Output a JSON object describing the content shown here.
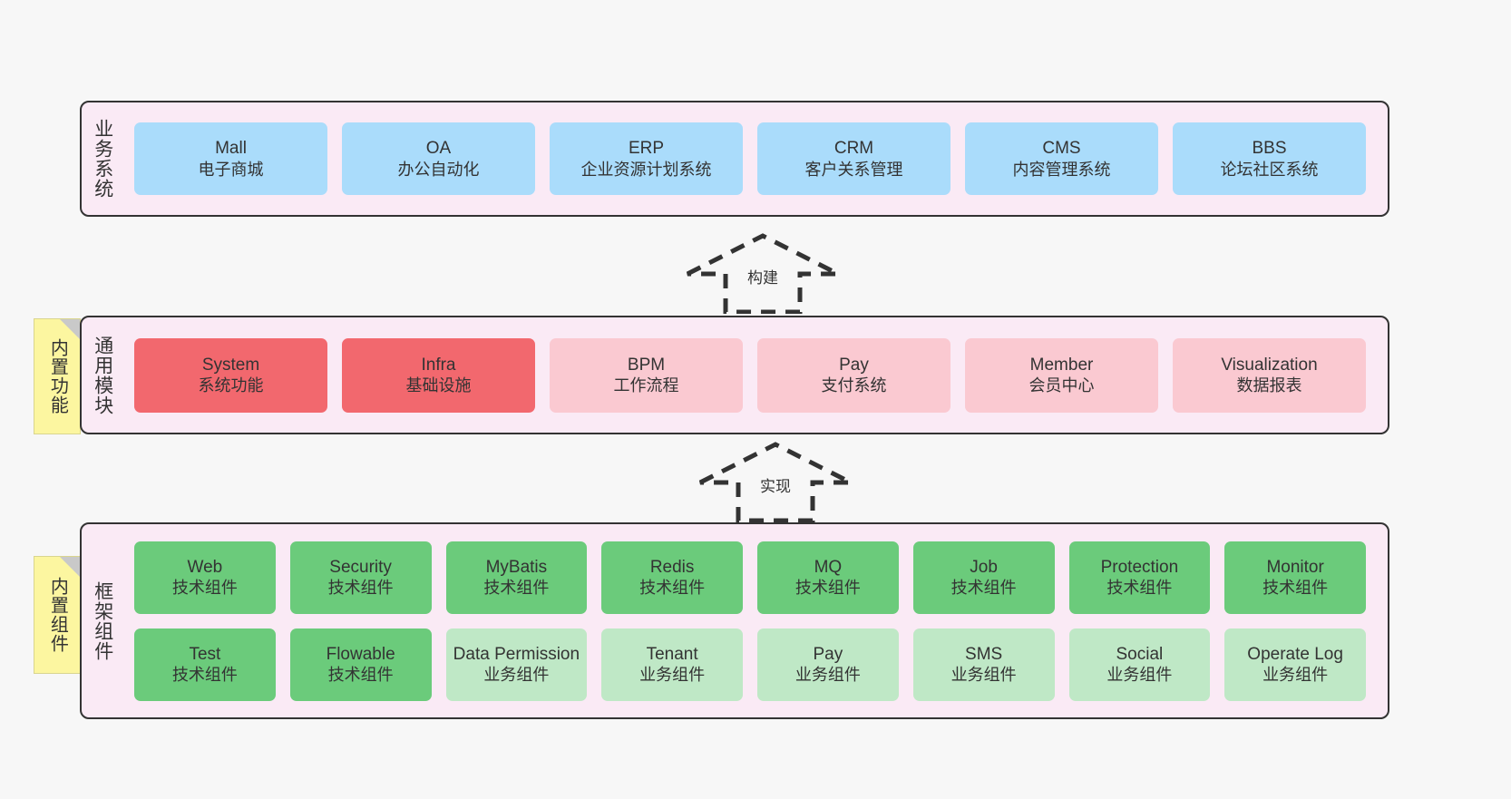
{
  "diagram": {
    "background": "#f7f7f7",
    "band_fill": "#faeaf5",
    "band_border": "#333333",
    "colors": {
      "business": "#aadcfb",
      "module_core": "#f2686e",
      "module_optional": "#fac9d1",
      "component_tech": "#6bcb7b",
      "component_biz": "#bfe8c6",
      "sticky": "#fcf6a0"
    }
  },
  "business_layer": {
    "label": "业务系统",
    "cards": [
      {
        "title": "Mall",
        "subtitle": "电子商城"
      },
      {
        "title": "OA",
        "subtitle": "办公自动化"
      },
      {
        "title": "ERP",
        "subtitle": "企业资源计划系统"
      },
      {
        "title": "CRM",
        "subtitle": "客户关系管理"
      },
      {
        "title": "CMS",
        "subtitle": "内容管理系统"
      },
      {
        "title": "BBS",
        "subtitle": "论坛社区系统"
      }
    ]
  },
  "arrow_build": {
    "label": "构建"
  },
  "module_layer": {
    "label": "通用模块",
    "sticky": "内置功能",
    "cards": [
      {
        "title": "System",
        "subtitle": "系统功能"
      },
      {
        "title": "Infra",
        "subtitle": "基础设施"
      },
      {
        "title": "BPM",
        "subtitle": "工作流程"
      },
      {
        "title": "Pay",
        "subtitle": "支付系统"
      },
      {
        "title": "Member",
        "subtitle": "会员中心"
      },
      {
        "title": "Visualization",
        "subtitle": "数据报表"
      }
    ]
  },
  "arrow_implement": {
    "label": "实现"
  },
  "framework_layer": {
    "label": "框架组件",
    "sticky": "内置组件",
    "row1": [
      {
        "title": "Web",
        "subtitle": "技术组件"
      },
      {
        "title": "Security",
        "subtitle": "技术组件"
      },
      {
        "title": "MyBatis",
        "subtitle": "技术组件"
      },
      {
        "title": "Redis",
        "subtitle": "技术组件"
      },
      {
        "title": "MQ",
        "subtitle": "技术组件"
      },
      {
        "title": "Job",
        "subtitle": "技术组件"
      },
      {
        "title": "Protection",
        "subtitle": "技术组件"
      },
      {
        "title": "Monitor",
        "subtitle": "技术组件"
      }
    ],
    "row2": [
      {
        "title": "Test",
        "subtitle": "技术组件"
      },
      {
        "title": "Flowable",
        "subtitle": "技术组件"
      },
      {
        "title": "Data Permission",
        "subtitle": "业务组件"
      },
      {
        "title": "Tenant",
        "subtitle": "业务组件"
      },
      {
        "title": "Pay",
        "subtitle": "业务组件"
      },
      {
        "title": "SMS",
        "subtitle": "业务组件"
      },
      {
        "title": "Social",
        "subtitle": "业务组件"
      },
      {
        "title": "Operate Log",
        "subtitle": "业务组件"
      }
    ]
  }
}
